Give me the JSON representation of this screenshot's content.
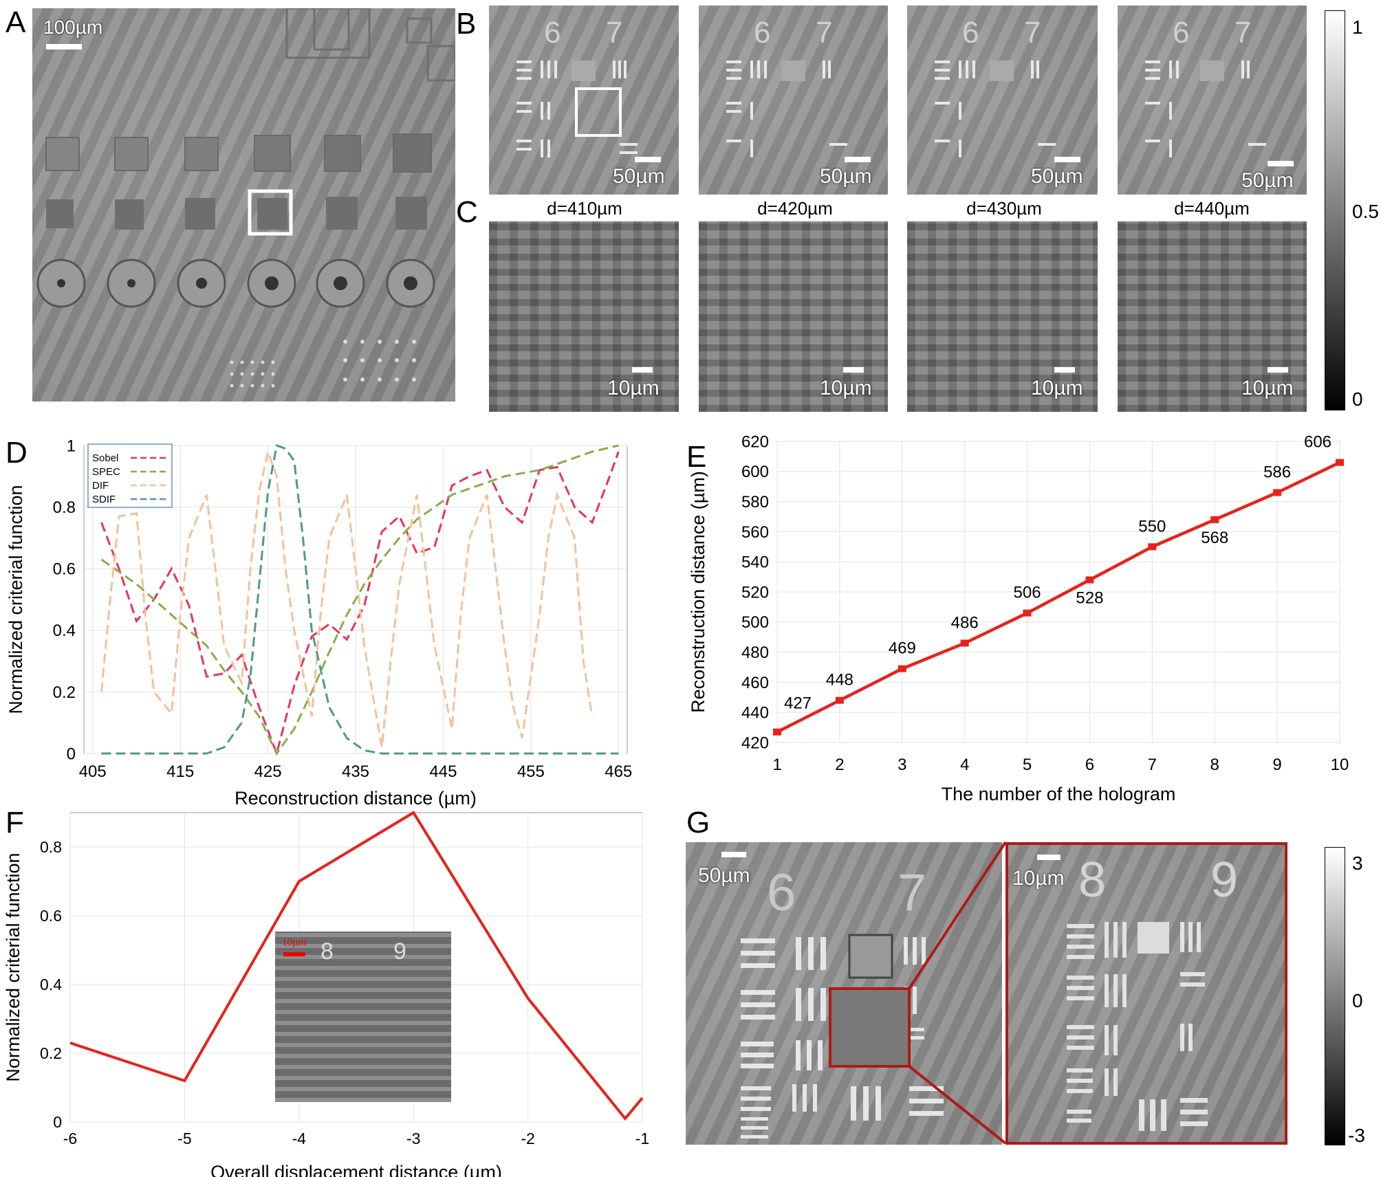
{
  "panels": {
    "A": {
      "label": "A",
      "scale": "100µm"
    },
    "B": {
      "label": "B",
      "scales": [
        "50µm",
        "50µm",
        "50µm",
        "50µm"
      ],
      "digits": [
        "6",
        "7"
      ]
    },
    "C": {
      "label": "C",
      "distances": [
        "d=410µm",
        "d=420µm",
        "d=430µm",
        "d=440µm"
      ],
      "scales": [
        "10µm",
        "10µm",
        "10µm",
        "10µm"
      ]
    },
    "colorbar1": {
      "ticks": [
        "1",
        "0.5",
        "0"
      ]
    },
    "G": {
      "label": "G",
      "scale_left": "50µm",
      "scale_right": "10µm",
      "digits_left": [
        "6",
        "7"
      ],
      "digits_right": [
        "8",
        "9"
      ]
    },
    "colorbar2": {
      "ticks": [
        "3",
        "0",
        "-3"
      ]
    }
  },
  "chart_data": [
    {
      "id": "D",
      "label": "D",
      "type": "line",
      "xlabel": "Reconstruction distance (µm)",
      "ylabel": "Normalized criterial function",
      "xlim": [
        404,
        466
      ],
      "ylim": [
        0,
        1
      ],
      "xticks": [
        405,
        415,
        425,
        435,
        445,
        455,
        465
      ],
      "yticks": [
        0,
        0.2,
        0.4,
        0.6,
        0.8,
        1
      ],
      "ytick_labels": [
        "0",
        "0.2",
        "0.4",
        "0.6",
        "0.8",
        "1"
      ],
      "legend": "top-left",
      "series": [
        {
          "name": "Sobel",
          "color": "#e8335e",
          "x": [
            406,
            408,
            410,
            412,
            414,
            416,
            418,
            420,
            422,
            424,
            426,
            428,
            430,
            432,
            434,
            436,
            438,
            440,
            442,
            444,
            446,
            448,
            450,
            452,
            454,
            456,
            458,
            460,
            462,
            464,
            465
          ],
          "y": [
            0.75,
            0.6,
            0.43,
            0.5,
            0.6,
            0.48,
            0.25,
            0.26,
            0.32,
            0.15,
            0.0,
            0.22,
            0.38,
            0.42,
            0.37,
            0.48,
            0.72,
            0.77,
            0.65,
            0.67,
            0.87,
            0.9,
            0.92,
            0.8,
            0.75,
            0.92,
            0.93,
            0.8,
            0.75,
            0.9,
            0.98
          ]
        },
        {
          "name": "SPEC",
          "color": "#86ad4a",
          "x": [
            406,
            410,
            414,
            418,
            420,
            422,
            424,
            426,
            428,
            430,
            432,
            434,
            436,
            438,
            440,
            442,
            444,
            446,
            448,
            450,
            452,
            454,
            456,
            458,
            460,
            462,
            465
          ],
          "y": [
            0.63,
            0.55,
            0.45,
            0.35,
            0.27,
            0.2,
            0.12,
            0.0,
            0.08,
            0.2,
            0.33,
            0.45,
            0.55,
            0.63,
            0.7,
            0.76,
            0.8,
            0.84,
            0.86,
            0.88,
            0.9,
            0.91,
            0.92,
            0.94,
            0.96,
            0.98,
            1.0
          ]
        },
        {
          "name": "DIF",
          "color": "#f5c09a",
          "x": [
            406,
            407,
            408,
            410,
            411,
            412,
            414,
            415,
            416,
            418,
            419,
            420,
            422,
            423,
            424,
            425,
            426,
            427,
            428,
            430,
            431,
            432,
            434,
            435,
            436,
            438,
            439,
            440,
            442,
            443,
            444,
            446,
            447,
            448,
            450,
            452,
            453,
            454,
            456,
            457,
            458,
            460,
            461,
            462
          ],
          "y": [
            0.2,
            0.5,
            0.77,
            0.78,
            0.45,
            0.2,
            0.13,
            0.45,
            0.7,
            0.84,
            0.6,
            0.35,
            0.23,
            0.6,
            0.85,
            0.98,
            0.9,
            0.6,
            0.4,
            0.12,
            0.45,
            0.7,
            0.84,
            0.6,
            0.35,
            0.02,
            0.3,
            0.55,
            0.84,
            0.6,
            0.35,
            0.08,
            0.45,
            0.7,
            0.84,
            0.35,
            0.15,
            0.05,
            0.45,
            0.7,
            0.84,
            0.7,
            0.3,
            0.12
          ]
        },
        {
          "name": "SDIF",
          "color": "#4e9a83",
          "x": [
            406,
            414,
            418,
            420,
            422,
            423,
            424,
            425,
            426,
            427,
            428,
            429,
            430,
            432,
            434,
            436,
            438,
            446,
            456,
            465
          ],
          "y": [
            0.0,
            0.0,
            0.0,
            0.02,
            0.1,
            0.25,
            0.55,
            0.85,
            1.0,
            0.99,
            0.95,
            0.7,
            0.4,
            0.15,
            0.05,
            0.01,
            0.0,
            0.0,
            0.0,
            0.0
          ]
        }
      ]
    },
    {
      "id": "E",
      "label": "E",
      "type": "line",
      "xlabel": "The number of the hologram",
      "ylabel": "Reconstruction distance (µm)",
      "xlim": [
        1,
        10
      ],
      "ylim": [
        420,
        620
      ],
      "xticks": [
        1,
        2,
        3,
        4,
        5,
        6,
        7,
        8,
        9,
        10
      ],
      "yticks": [
        420,
        440,
        460,
        480,
        500,
        520,
        540,
        560,
        580,
        600,
        620
      ],
      "series": [
        {
          "name": "",
          "color": "#e8221b",
          "x": [
            1,
            2,
            3,
            4,
            5,
            6,
            7,
            8,
            9,
            10
          ],
          "y": [
            427,
            448,
            469,
            486,
            506,
            528,
            550,
            568,
            586,
            606
          ],
          "labels": [
            "427",
            "448",
            "469",
            "486",
            "506",
            "528",
            "550",
            "568",
            "586",
            "606"
          ]
        }
      ]
    },
    {
      "id": "F",
      "label": "F",
      "type": "line",
      "xlabel": "Overall displacement distance (µm)",
      "ylabel": "Normalized criterial function",
      "xlim": [
        -6,
        -1
      ],
      "ylim": [
        0,
        0.9
      ],
      "xticks": [
        -6,
        -5,
        -4,
        -3,
        -2,
        -1
      ],
      "xtick_labels": [
        "-6",
        "-5",
        "-4",
        "-3",
        "-2",
        "-1"
      ],
      "yticks": [
        0,
        0.2,
        0.4,
        0.6,
        0.8
      ],
      "ytick_labels": [
        "0",
        "0.2",
        "0.4",
        "0.6",
        "0.8"
      ],
      "inset_scale": "10µm",
      "inset_digits": [
        "8",
        "9"
      ],
      "series": [
        {
          "name": "",
          "color": "#e8221b",
          "x": [
            -6,
            -5,
            -4,
            -3,
            -2,
            -1.15,
            -1
          ],
          "y": [
            0.23,
            0.12,
            0.7,
            0.9,
            0.36,
            0.01,
            0.07
          ]
        }
      ]
    }
  ]
}
